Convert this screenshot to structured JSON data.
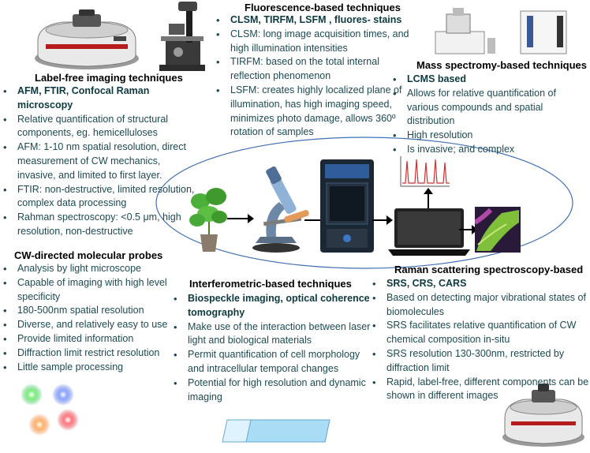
{
  "colors": {
    "text": "#1d4a52",
    "heading": "#000000",
    "ellipse": "#3f6fb6",
    "arrow": "#000000",
    "probe_colors": [
      "#22b14c",
      "#3b5bdb",
      "#e8752a",
      "#d6262e"
    ]
  },
  "sections": {
    "label_free": {
      "title": "Label-free imaging techniques",
      "items": [
        "AFM, FTIR, Confocal Raman microscopy",
        "Relative quantification of structural components, eg. hemicelluloses",
        "AFM: 1-10 nm spatial resolution, direct measurement of CW mechanics, invasive, and limited to first layer.",
        "FTIR: non-destructive, limited resolution, complex data processing",
        "Rahman spectroscopy: <0.5 μm, high resolution, non-destructive"
      ]
    },
    "fluorescence": {
      "title": "Fluorescence-based techniques",
      "items": [
        "CLSM, TIRFM, LSFM , fluores- stains",
        "CLSM: long image acquisition times, and high illumination intensities",
        "TIRFM: based on the total internal reflection phenomenon",
        "LSFM: creates highly localized plane of illumination, has high imaging speed, minimizes photo damage, allows 360º rotation of samples"
      ]
    },
    "mass_spec": {
      "title": "Mass spectromy-based techniques",
      "items": [
        "LCMS based",
        "Allows for relative quantification of various compounds and spatial distribution",
        "High resolution",
        "Is invasive; and complex"
      ]
    },
    "cw_probes": {
      "title": "CW-directed molecular probes",
      "items": [
        "Analysis by light microscope",
        "Capable of imaging with high level specificity",
        "180-500nm spatial resolution",
        "Diverse, and relatively easy to use",
        "Provide limited information",
        "Diffraction limit restrict resolution",
        "Little sample processing"
      ]
    },
    "interferometric": {
      "title": "Interferometric-based techniques",
      "items": [
        "Biospeckle imaging, optical coherence tomography",
        "Make use of the interaction between laser light and biological materials",
        "Permit quantification of cell morphology and intracellular temporal changes",
        "Potential for high resolution and dynamic imaging"
      ]
    },
    "raman": {
      "title": "Raman scattering spectroscopy-based",
      "items": [
        "SRS, CRS, CARS",
        "Based on detecting major vibrational states of biomolecules",
        "SRS facilitates relative quantification  of CW chemical composition in-situ",
        "SRS resolution 130-300nm, restricted by diffraction limit",
        "Rapid, label-free, different components can be shown in different images"
      ]
    }
  },
  "icons": {
    "spectrometer": "ftir-spectrometer-icon",
    "microscope": "inverted-microscope-icon",
    "mass_spec": "mass-spectrometer-icon",
    "plant": "potted-plant-icon",
    "light_microscope": "light-microscope-icon",
    "imaging_unit": "imaging-instrument-icon",
    "laptop": "laptop-icon",
    "spectrum": "raman-spectrum-icon",
    "tissue": "tissue-image-icon",
    "slide": "glass-slide-icon",
    "probes": "fluorescent-probe-dots-icon"
  }
}
